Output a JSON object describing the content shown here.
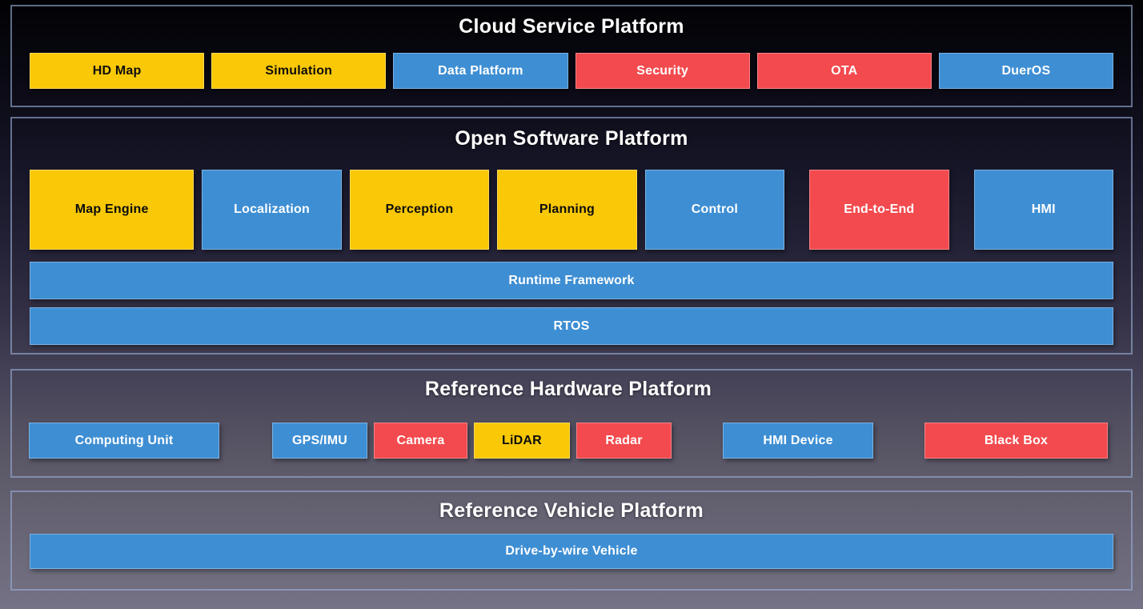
{
  "palette": {
    "yellow": "#F9C806",
    "blue": "#3E8ED3",
    "red": "#F24A4E"
  },
  "sections": {
    "cloud": {
      "title": "Cloud Service Platform",
      "boxes": [
        {
          "label": "HD Map",
          "color": "yellow"
        },
        {
          "label": "Simulation",
          "color": "yellow"
        },
        {
          "label": "Data Platform",
          "color": "blue"
        },
        {
          "label": "Security",
          "color": "red"
        },
        {
          "label": "OTA",
          "color": "red"
        },
        {
          "label": "DuerOS",
          "color": "blue"
        }
      ]
    },
    "software": {
      "title": "Open Software Platform",
      "boxes": [
        {
          "label": "Map Engine",
          "color": "yellow"
        },
        {
          "label": "Localization",
          "color": "blue"
        },
        {
          "label": "Perception",
          "color": "yellow"
        },
        {
          "label": "Planning",
          "color": "yellow"
        },
        {
          "label": "Control",
          "color": "blue"
        },
        {
          "label": "End-to-End",
          "color": "red"
        },
        {
          "label": "HMI",
          "color": "blue"
        }
      ],
      "bars": [
        {
          "label": "Runtime Framework",
          "color": "blue"
        },
        {
          "label": "RTOS",
          "color": "blue"
        }
      ]
    },
    "hardware": {
      "title": "Reference Hardware Platform",
      "boxes": [
        {
          "label": "Computing Unit",
          "color": "blue"
        },
        {
          "label": "GPS/IMU",
          "color": "blue"
        },
        {
          "label": "Camera",
          "color": "red"
        },
        {
          "label": "LiDAR",
          "color": "yellow"
        },
        {
          "label": "Radar",
          "color": "red"
        },
        {
          "label": "HMI Device",
          "color": "blue"
        },
        {
          "label": "Black Box",
          "color": "red"
        }
      ]
    },
    "vehicle": {
      "title": "Reference Vehicle Platform",
      "bars": [
        {
          "label": "Drive-by-wire Vehicle",
          "color": "blue"
        }
      ]
    }
  }
}
